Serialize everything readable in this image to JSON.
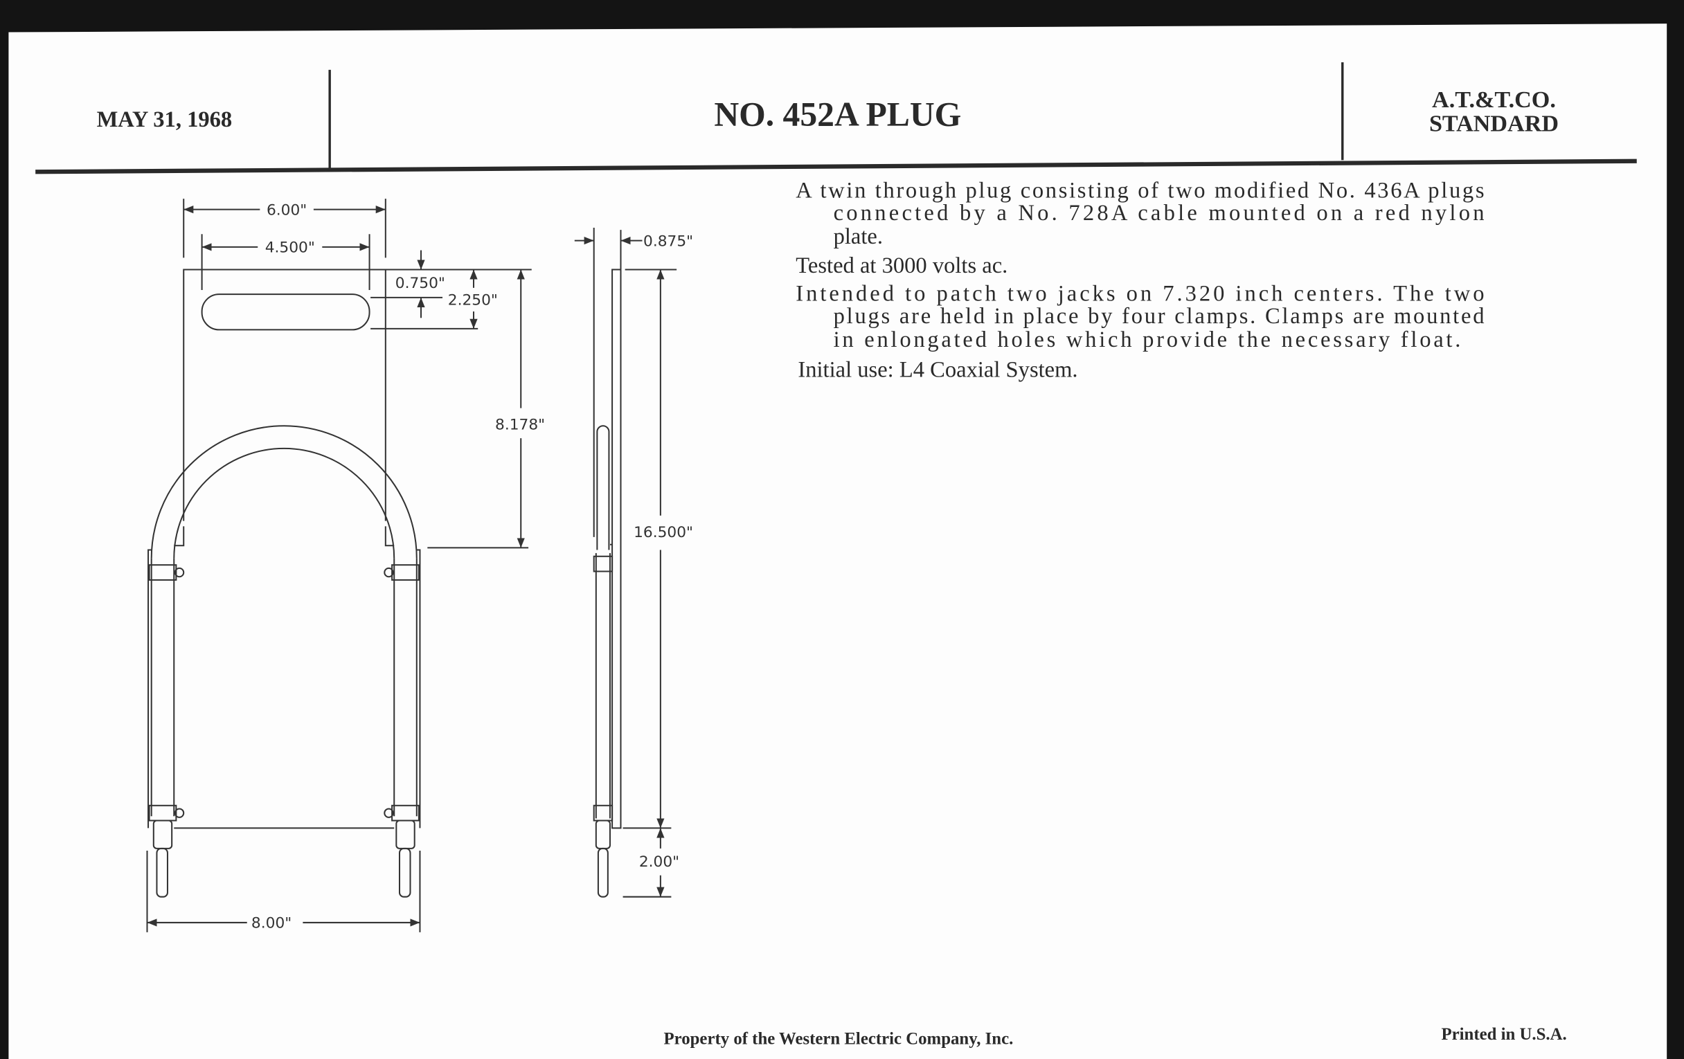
{
  "header": {
    "date": "MAY 31, 1968",
    "title": "NO. 452A PLUG",
    "org_line1": "A.T.&T.CO.",
    "org_line2": "STANDARD"
  },
  "description": {
    "p1": [
      "A twin through plug consisting of two modified No. 436A plugs",
      "connected by a No. 728A cable mounted on a red nylon",
      "plate."
    ],
    "p2": "Tested at 3000 volts ac.",
    "p3": [
      "Intended to patch two jacks on 7.320 inch centers.  The two",
      "plugs are held in place by four clamps.  Clamps are mounted",
      "in enlongated holes which provide the necessary float."
    ],
    "p4": "Initial use: L4 Coaxial System."
  },
  "dimensions": {
    "plate_width": "6.00\"",
    "slot_width": "4.500\"",
    "slot_top": "0.750\"",
    "slot_bottom": "2.250\"",
    "arch_height": "8.178\"",
    "overall_width": "8.00\"",
    "thickness": "0.875\"",
    "plate_height": "16.500\"",
    "pin_length": "2.00\""
  },
  "footer": {
    "property": "Property of the Western Electric Company, Inc.",
    "printed": "Printed in U.S.A."
  }
}
